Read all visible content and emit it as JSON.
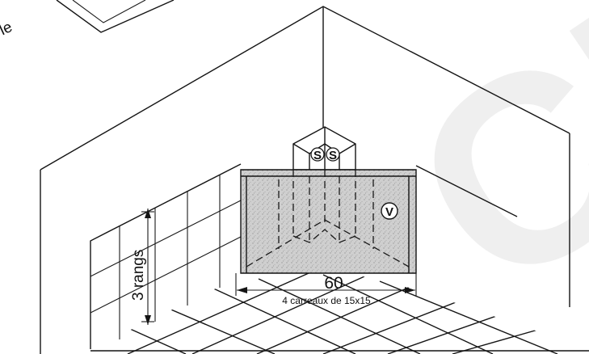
{
  "labels": {
    "corner_fragment": "le",
    "rows": "3 rangs",
    "width": "60",
    "tiles": "4 carreaux de 15x15",
    "valve": "V",
    "supply_left": "S",
    "supply_right": "S"
  },
  "watermark": "CP",
  "colors": {
    "ink": "#141414",
    "fill_grey": "#c9c9c9",
    "watermark": "#eeeeee"
  }
}
